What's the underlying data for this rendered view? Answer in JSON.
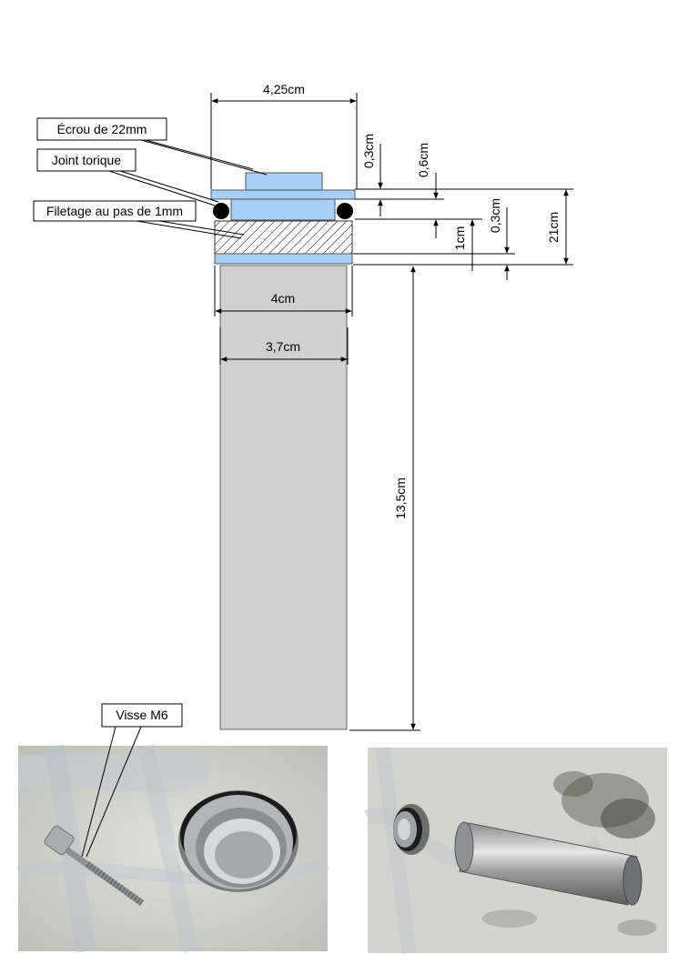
{
  "callouts": {
    "nut": "Écrou de 22mm",
    "oring": "Joint torique",
    "thread": "Filetage au pas de 1mm",
    "screw": "Visse M6"
  },
  "dimensions": {
    "top_width": "4,25cm",
    "nut_height": "0,3cm",
    "cap_height": "0,6cm",
    "thread_height": "1cm",
    "bottom_lip": "0,3cm",
    "total_height": "21cm",
    "outer_diameter": "4cm",
    "inner_diameter": "3,7cm",
    "tube_length": "13,5cm"
  },
  "colors": {
    "cap_blue": "#a8cff5",
    "tube_gray": "#d0d0d0",
    "photo_cloth": "#d7d8d2"
  }
}
